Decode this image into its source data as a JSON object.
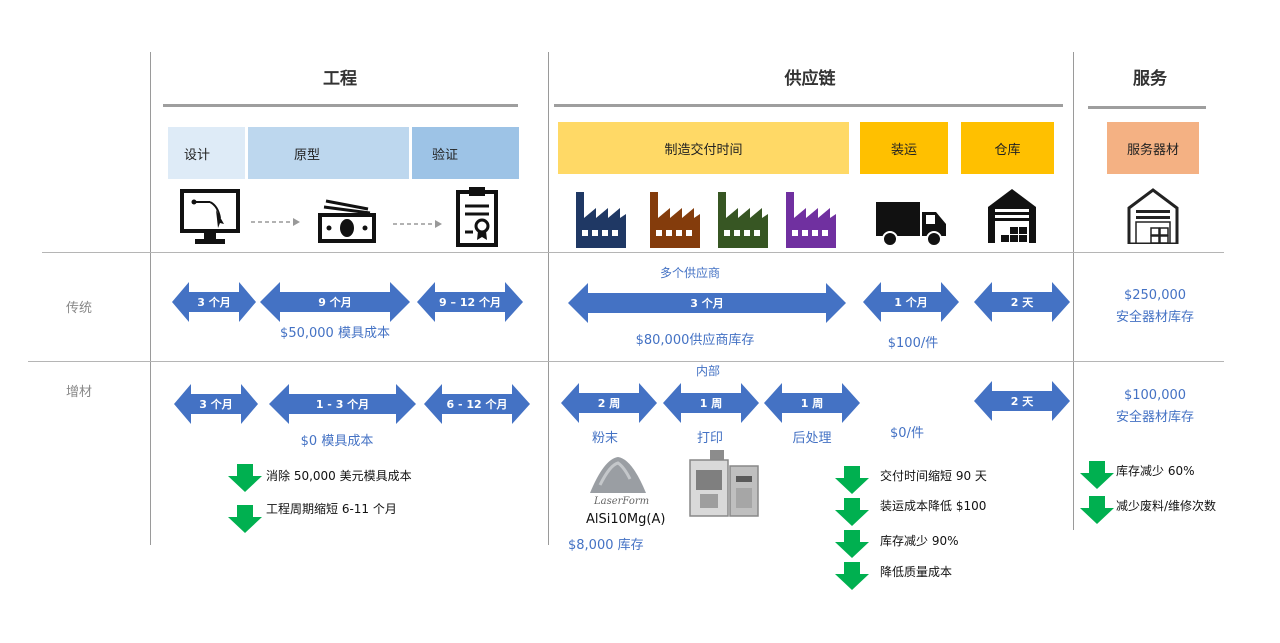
{
  "sections": {
    "engineering": "工程",
    "supply_chain": "供应链",
    "service": "服务"
  },
  "phases": {
    "design": "设计",
    "prototype": "原型",
    "validation": "验证",
    "manufacturing_lead_time": "制造交付时间",
    "shipping": "装运",
    "warehouse": "仓库",
    "service_parts": "服务器材"
  },
  "row_labels": {
    "traditional": "传统",
    "additive": "增材"
  },
  "traditional": {
    "design_time": "3 个月",
    "prototype_time": "9 个月",
    "validation_time": "9 – 12 个月",
    "tooling_cost": "$50,000 模具成本",
    "multi_supplier": "多个供应商",
    "supply_time": "3 个月",
    "supplier_inventory": "$80,000供应商库存",
    "ship_time": "1 个月",
    "ship_cost": "$100/件",
    "warehouse_time": "2 天",
    "service_value": "$250,000",
    "service_label": "安全器材库存"
  },
  "additive": {
    "design_time": "3 个月",
    "prototype_time": "1 - 3 个月",
    "validation_time": "6 - 12 个月",
    "tooling_cost": "$0 模具成本",
    "in_house": "内部",
    "powder_time": "2 周",
    "powder_label": "粉末",
    "print_time": "1 周",
    "print_label": "打印",
    "post_time": "1 周",
    "post_label": "后处理",
    "ship_cost": "$0/件",
    "warehouse_time": "2 天",
    "service_value": "$100,000",
    "service_label": "安全器材库存",
    "powder_brand": "LaserForm",
    "material": "AlSi10Mg(A)",
    "material_inventory": "$8,000 库存"
  },
  "benefits": {
    "engineering": [
      "消除 50,000 美元模具成本",
      "工程周期缩短 6-11 个月"
    ],
    "supply_chain": [
      "交付时间缩短 90 天",
      "装运成本降低 $100",
      "库存减少 90%",
      "降低质量成本"
    ],
    "service": [
      "库存减少 60%",
      "减少废料/维修次数"
    ]
  },
  "colors": {
    "arrow_blue": "#4472c4",
    "design_bg": "#deebf7",
    "prototype_bg": "#bdd7ee",
    "validation_bg": "#9dc3e6",
    "yellow": "#ffd966",
    "yellow_dark": "#ffc000",
    "service_bg": "#f4b183",
    "down_arrow": "#00b050",
    "factory_1": "#1f3864",
    "factory_2": "#843c0c",
    "factory_3": "#375623",
    "factory_4": "#7030a0"
  },
  "icons": [
    "monitor-icon",
    "money-icon",
    "certificate-icon",
    "factory-icon",
    "truck-icon",
    "warehouse-icon",
    "powder-icon",
    "printer-machine-icon"
  ]
}
